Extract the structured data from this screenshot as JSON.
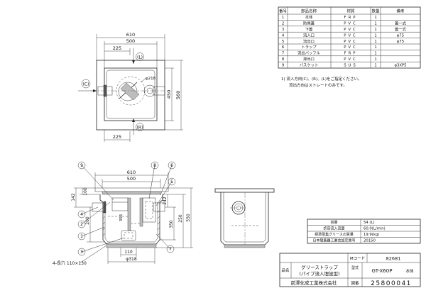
{
  "parts_table": {
    "headers": {
      "no": "番号",
      "name": "部品名称",
      "material": "材質",
      "qty": "数量",
      "note": "備考"
    },
    "rows": [
      {
        "no": "1",
        "name": "本体",
        "material": "FRP",
        "qty": "1",
        "note": ""
      },
      {
        "no": "2",
        "name": "防臭蓋",
        "material": "PVC",
        "qty": "1",
        "note": "蓋一式"
      },
      {
        "no": "3",
        "name": "下蓋",
        "material": "PVC",
        "qty": "1",
        "note": "蓋一式"
      },
      {
        "no": "4",
        "name": "流入口",
        "material": "PVC",
        "qty": "1",
        "note": "φ75"
      },
      {
        "no": "5",
        "name": "流出口",
        "material": "PVC",
        "qty": "1",
        "note": "φ75"
      },
      {
        "no": "6",
        "name": "トラップ",
        "material": "PVC",
        "qty": "1",
        "note": ""
      },
      {
        "no": "7",
        "name": "流出バッフル",
        "material": "FRP",
        "qty": "1",
        "note": ""
      },
      {
        "no": "8",
        "name": "排出口",
        "material": "PVC",
        "qty": "1",
        "note": ""
      },
      {
        "no": "9",
        "name": "バスケット",
        "material": "SUS",
        "qty": "1",
        "note": "φ3XP5"
      }
    ]
  },
  "notes": {
    "note1": "1) 流入方向(C)、(R)、(L)をご指定ください。",
    "note2": "流出方向はストレートのみです。"
  },
  "plan_view": {
    "dim_610": "610",
    "dim_500": "500",
    "dim_225_top": "225",
    "dim_225_bottom": "225",
    "dim_450": "450",
    "dim_560": "560",
    "dim_218": "φ218",
    "label_L": "(L)",
    "label_C": "(C)",
    "label_R": "(R)"
  },
  "section_view": {
    "dim_610": "610",
    "dim_500": "500",
    "dim_142": "142",
    "dim_100": "100",
    "dim_200": "200",
    "dim_250": "250",
    "dim_242": "242",
    "dim_356": "356",
    "dim_350": "350",
    "dim_550": "550",
    "dim_110": "110",
    "dim_318": "φ318",
    "bolt_note": "4-長穴 110×130",
    "callouts": [
      "9",
      "8",
      "6",
      "5",
      "4",
      "2",
      "1",
      "3",
      "7"
    ]
  },
  "spec_table": {
    "rows": [
      {
        "label": "容量",
        "value": "54 (L)"
      },
      {
        "label": "許容流入流量",
        "value": "60.0(L/min)"
      },
      {
        "label": "標準阻集グリースの質量",
        "value": "19.9(kg)"
      },
      {
        "label": "日本阻集器工業会認定番号",
        "value": "20150"
      }
    ]
  },
  "title_block": {
    "mcode_label": "Mコード",
    "mcode_value": "82681",
    "product_label": "品名",
    "product_name_1": "グリーストラップ",
    "product_name_2": "(パイプ流入埋設型)",
    "model_label": "型式",
    "model_value": "GT-X60P",
    "model_suffix": "本体",
    "company": "前澤化成工業株式会社",
    "drawing_label": "図番",
    "drawing_number": "25800041"
  }
}
